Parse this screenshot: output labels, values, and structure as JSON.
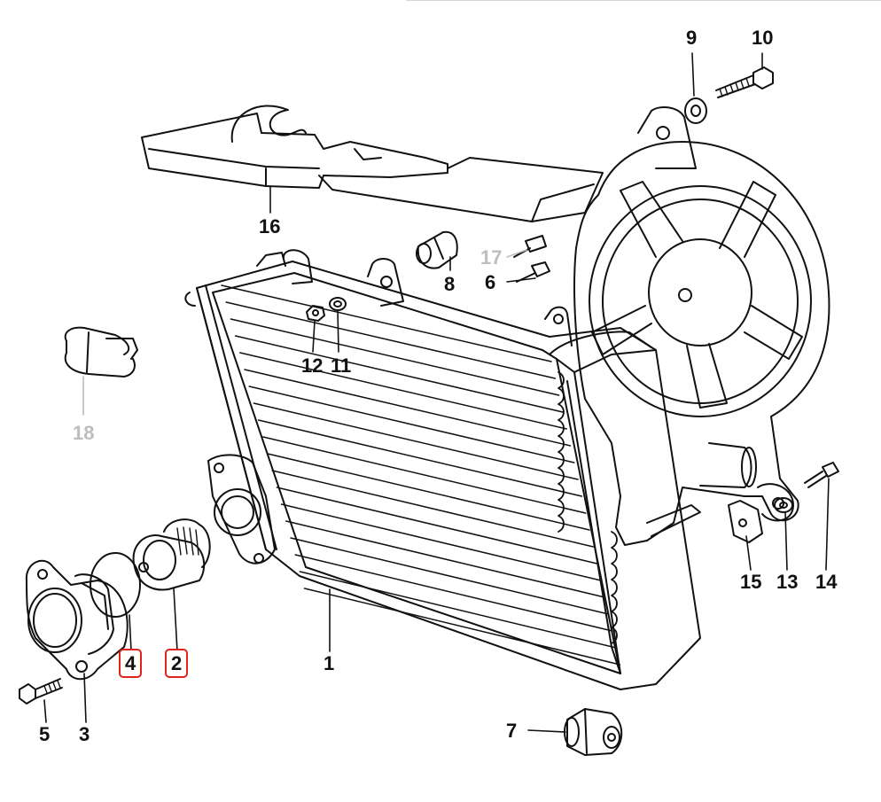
{
  "diagram": {
    "colors": {
      "line": "#111111",
      "muted": "#bdbdbd",
      "highlight": "#e0241b"
    },
    "parts": [
      {
        "id": "1",
        "part": "radiator",
        "highlighted": false,
        "muted": false
      },
      {
        "id": "2",
        "part": "thermostat",
        "highlighted": true,
        "muted": false
      },
      {
        "id": "3",
        "part": "thermostat-cover",
        "highlighted": false,
        "muted": false
      },
      {
        "id": "4",
        "part": "o-ring",
        "highlighted": true,
        "muted": false
      },
      {
        "id": "5",
        "part": "bolt",
        "highlighted": false,
        "muted": false
      },
      {
        "id": "6",
        "part": "screw",
        "highlighted": false,
        "muted": false
      },
      {
        "id": "7",
        "part": "rubber-mount-lower",
        "highlighted": false,
        "muted": false
      },
      {
        "id": "8",
        "part": "rubber-mount-upper",
        "highlighted": false,
        "muted": false
      },
      {
        "id": "9",
        "part": "washer-nut",
        "highlighted": false,
        "muted": false
      },
      {
        "id": "10",
        "part": "bolt-long",
        "highlighted": false,
        "muted": false
      },
      {
        "id": "11",
        "part": "washer",
        "highlighted": false,
        "muted": false
      },
      {
        "id": "12",
        "part": "nut",
        "highlighted": false,
        "muted": false
      },
      {
        "id": "13",
        "part": "grommet",
        "highlighted": false,
        "muted": false
      },
      {
        "id": "14",
        "part": "screw-side",
        "highlighted": false,
        "muted": false
      },
      {
        "id": "15",
        "part": "clip-nut",
        "highlighted": false,
        "muted": false
      },
      {
        "id": "16",
        "part": "air-duct",
        "highlighted": false,
        "muted": false
      },
      {
        "id": "17",
        "part": "pin",
        "highlighted": false,
        "muted": true
      },
      {
        "id": "18",
        "part": "hose-clamp",
        "highlighted": false,
        "muted": true
      }
    ]
  }
}
